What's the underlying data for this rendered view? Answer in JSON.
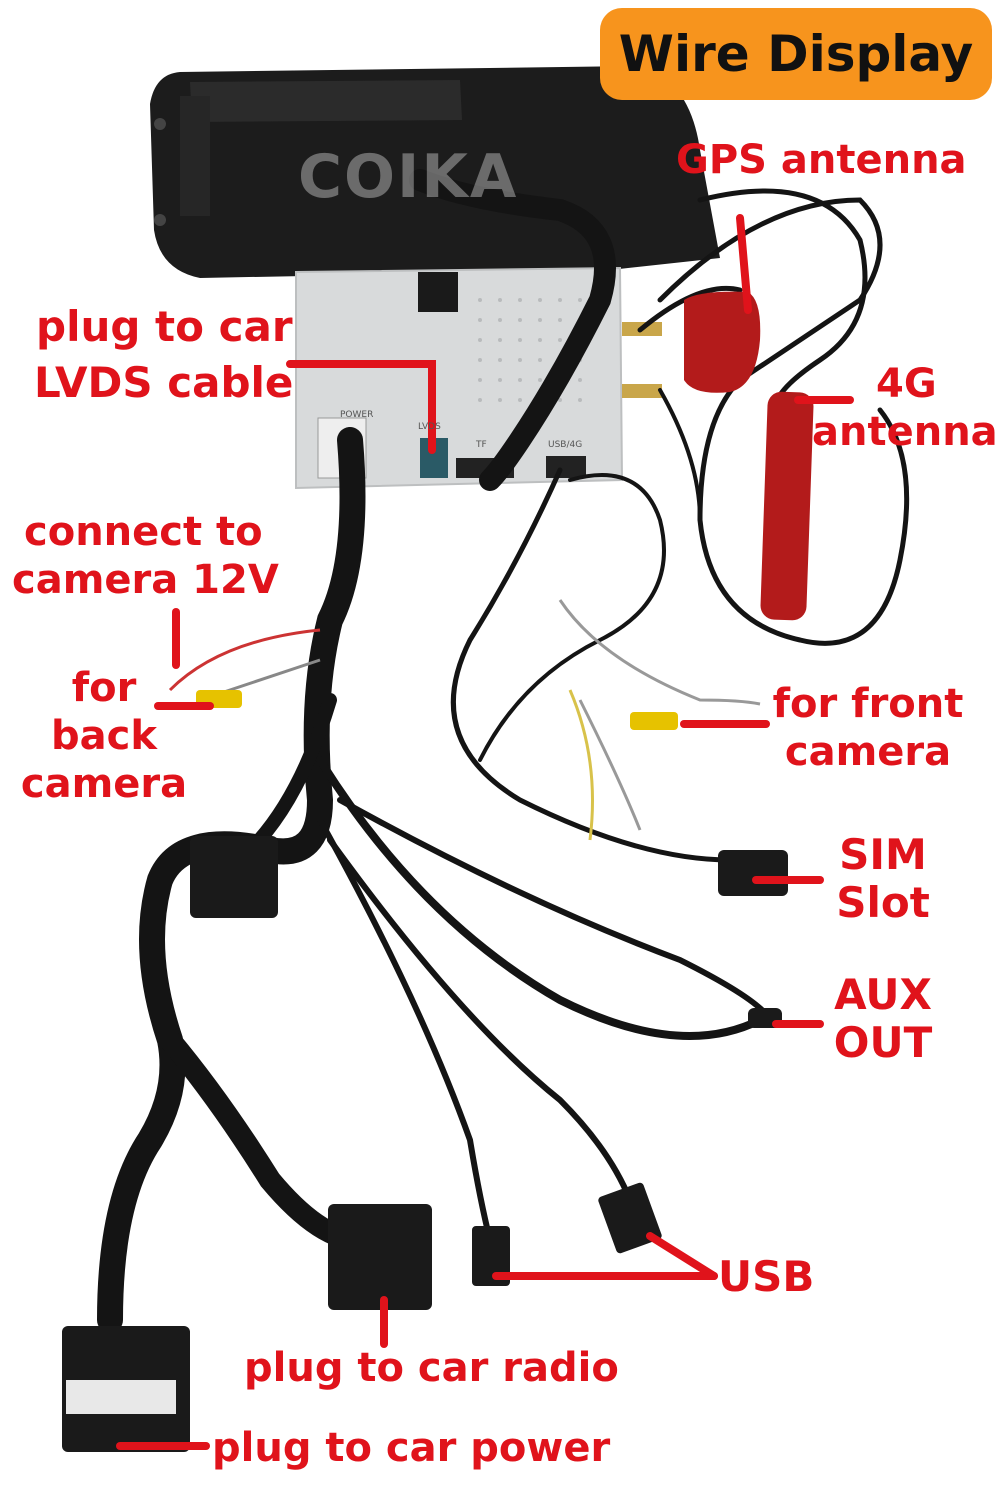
{
  "header": {
    "badge": "Wire Display"
  },
  "watermark": "COIKA",
  "unit_ports": {
    "power": "POWER",
    "lvds": "LVDS",
    "tf": "TF",
    "usb": "USB/4G"
  },
  "labels": {
    "gps": "GPS antenna",
    "lvds_1": "plug to car",
    "lvds_2": "LVDS cable",
    "ant4g_1": "4G",
    "ant4g_2": "antenna",
    "cam12v_1": "connect to",
    "cam12v_2": "camera 12V",
    "back_1": "for",
    "back_2": "back",
    "back_3": "camera",
    "front_1": "for front",
    "front_2": "camera",
    "sim_1": "SIM",
    "sim_2": "Slot",
    "aux_1": "AUX",
    "aux_2": "OUT",
    "usb": "USB",
    "radio": "plug to car radio",
    "power": "plug to car power"
  },
  "colors": {
    "label_red": "#e0131b",
    "badge_orange": "#f7941d",
    "harness_black": "#141414",
    "module_grey": "#d8dadb"
  }
}
